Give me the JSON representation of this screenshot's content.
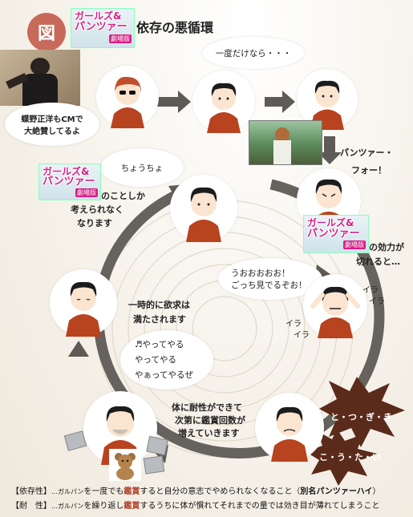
{
  "header": {
    "fig_label": "図",
    "title": "依存の悪循環"
  },
  "logo": {
    "line1": "ガールズ&",
    "line2": "パンツァー",
    "line3": "劇場版"
  },
  "photo_caption": {
    "line1": "蝶野正洋もCMで",
    "line2": "大絶賛してるよ"
  },
  "bubbles": {
    "ichido": "一度だけなら・・・",
    "chotto": "ちょうちょ",
    "uoo_line1": "うおおおおお！",
    "uoo_line2": "ごっち見でるぞお！",
    "yatte_line1": "♬やってやる",
    "yatte_line2": "やってやる",
    "yatte_line3": "やぁってやるぜ"
  },
  "labels": {
    "panzer_line1": "パンツァー・",
    "panzer_line2": "フォー！",
    "kouka_line1": "の効力が",
    "kouka_line2": "切れると…",
    "kotoshika": "のことしか",
    "kangae": "考えられなく",
    "narimasu": "なります",
    "ichiji_line1": "一時的に欲求は",
    "ichiji_line2": "満たされます",
    "tai_line1": "体に耐性ができて",
    "tai_line2": "次第に鑑賞回数が",
    "tai_line3": "増えていきます",
    "ira1": "イラ",
    "ira2": "イラ",
    "ira3": "イラ",
    "ira4": "イラ",
    "togiki": "と・つ・ぎ・き",
    "koutai": "こ・う・た・い"
  },
  "footer": {
    "row1_term": "【依存性】",
    "row1_lead": "…ガルパン",
    "row1_text1": "を一度でも",
    "row1_bold": "鑑賞",
    "row1_text2": "すると自分の意志でやめられなくなること（",
    "row1_bold2": "別名パンツァーハイ",
    "row1_text3": "）",
    "row2_term": "【耐　性】",
    "row2_lead": "…ガルパン",
    "row2_text1": "を繰り返し",
    "row2_bold": "鑑賞",
    "row2_text2": "するうちに体が慣れてそれまでの量では効き目が薄れてしまうこと"
  },
  "colors": {
    "accent": "#b2402a",
    "shirt": "#b8431f",
    "arrow": "#5e5a55",
    "hair": "#1c1c1c",
    "badge": "#c86a5a"
  }
}
